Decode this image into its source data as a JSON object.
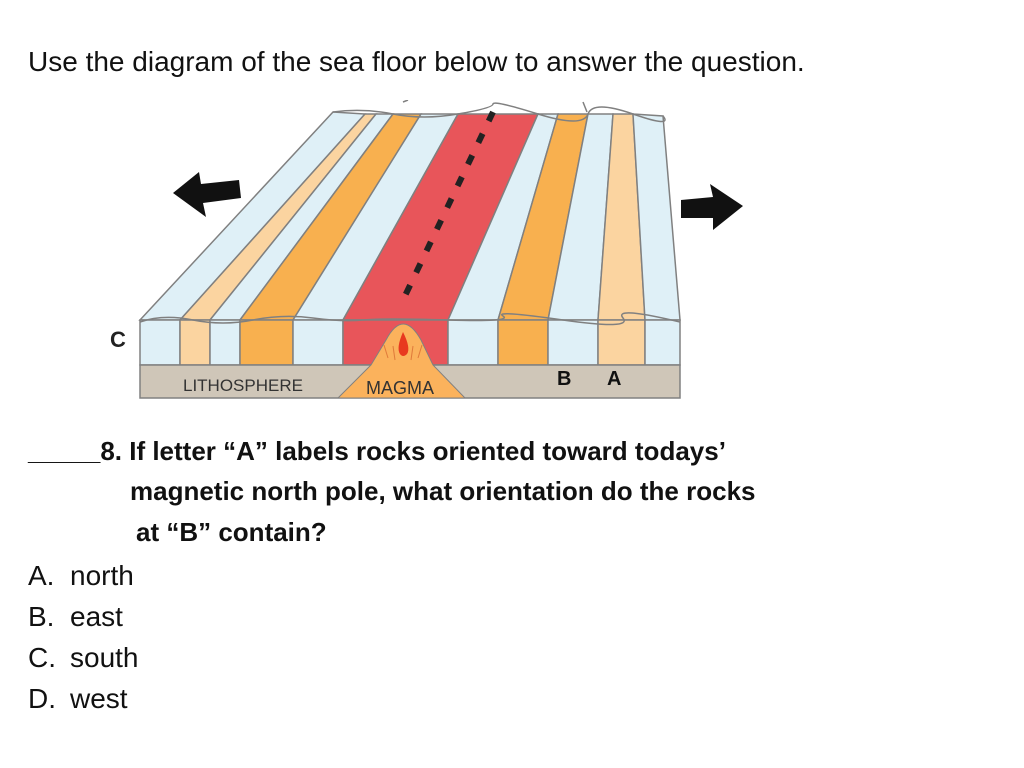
{
  "intro": "Use the diagram of the sea floor below to answer the question.",
  "diagram": {
    "labels": {
      "c": "C",
      "b": "B",
      "a": "A",
      "lithosphere": "LITHOSPHERE",
      "magma": "MAGMA"
    },
    "colors": {
      "light_blue": "#dff0f7",
      "tan": "#fbd4a0",
      "orange": "#f8b04f",
      "red": "#e8555a",
      "ground": "#cfc6b8",
      "magma": "#fbb25c",
      "outline": "#808080"
    },
    "icons": [
      "left-arrow-icon",
      "right-arrow-icon"
    ]
  },
  "question": {
    "blank": "_____",
    "line1": "8.  If letter “A” labels rocks oriented toward todays’",
    "line2": "magnetic north pole, what orientation do the rocks",
    "line3": "at “B” contain?"
  },
  "choices": [
    {
      "letter": "A.",
      "text": "north"
    },
    {
      "letter": "B.",
      "text": "east"
    },
    {
      "letter": "C.",
      "text": "south"
    },
    {
      "letter": "D.",
      "text": "west"
    }
  ]
}
